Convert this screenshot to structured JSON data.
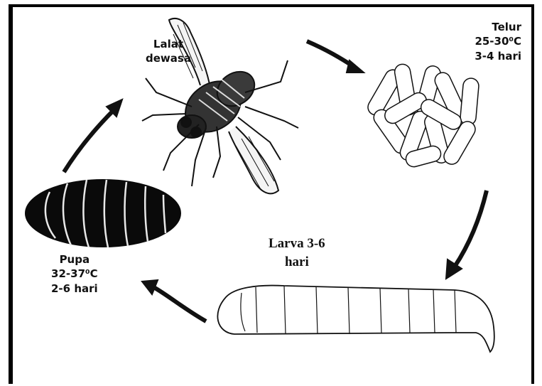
{
  "labels": {
    "adult": [
      "Lalat",
      "dewasa"
    ],
    "egg": [
      "Telur",
      "25-30⁰C",
      "3-4 hari"
    ],
    "larva": [
      "Larva 3-6",
      "hari"
    ],
    "pupa": [
      "Pupa",
      "32-37⁰C",
      "2-6 hari"
    ]
  },
  "colors": {
    "ink": "#111111",
    "background": "#ffffff"
  }
}
